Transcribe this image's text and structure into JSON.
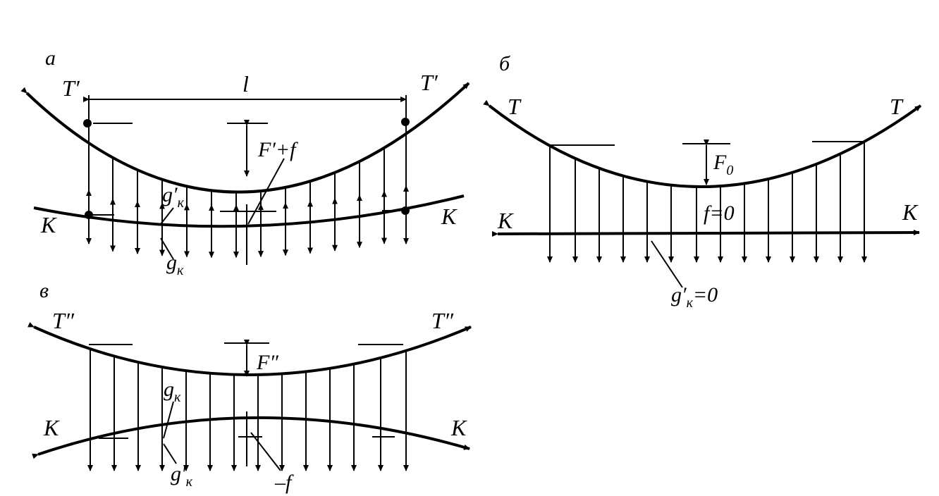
{
  "panels": {
    "a": {
      "letter": "а",
      "span_label": "l",
      "left_T": "T′",
      "right_T": "T′",
      "left_K": "K",
      "right_K": "K",
      "sag_label": "F′+f",
      "g_prime": "g′",
      "g_prime_sub": "к",
      "g": "g",
      "g_sub": "к"
    },
    "b": {
      "letter": "б",
      "left_T": "T",
      "right_T": "T",
      "left_K": "K",
      "right_K": "K",
      "sag_label": "F",
      "sag_sub": "0",
      "f_label": "f=0",
      "g_prime": "g′",
      "g_prime_sub": "к",
      "g_prime_eq": "=0"
    },
    "v": {
      "letter": "в",
      "left_T": "T″",
      "right_T": "T″",
      "left_K": "K",
      "right_K": "K",
      "sag_label": "F″",
      "g": "g",
      "g_sub": "к",
      "g_prime": "g′",
      "g_prime_sub": "к",
      "neg_f": "–f"
    }
  }
}
